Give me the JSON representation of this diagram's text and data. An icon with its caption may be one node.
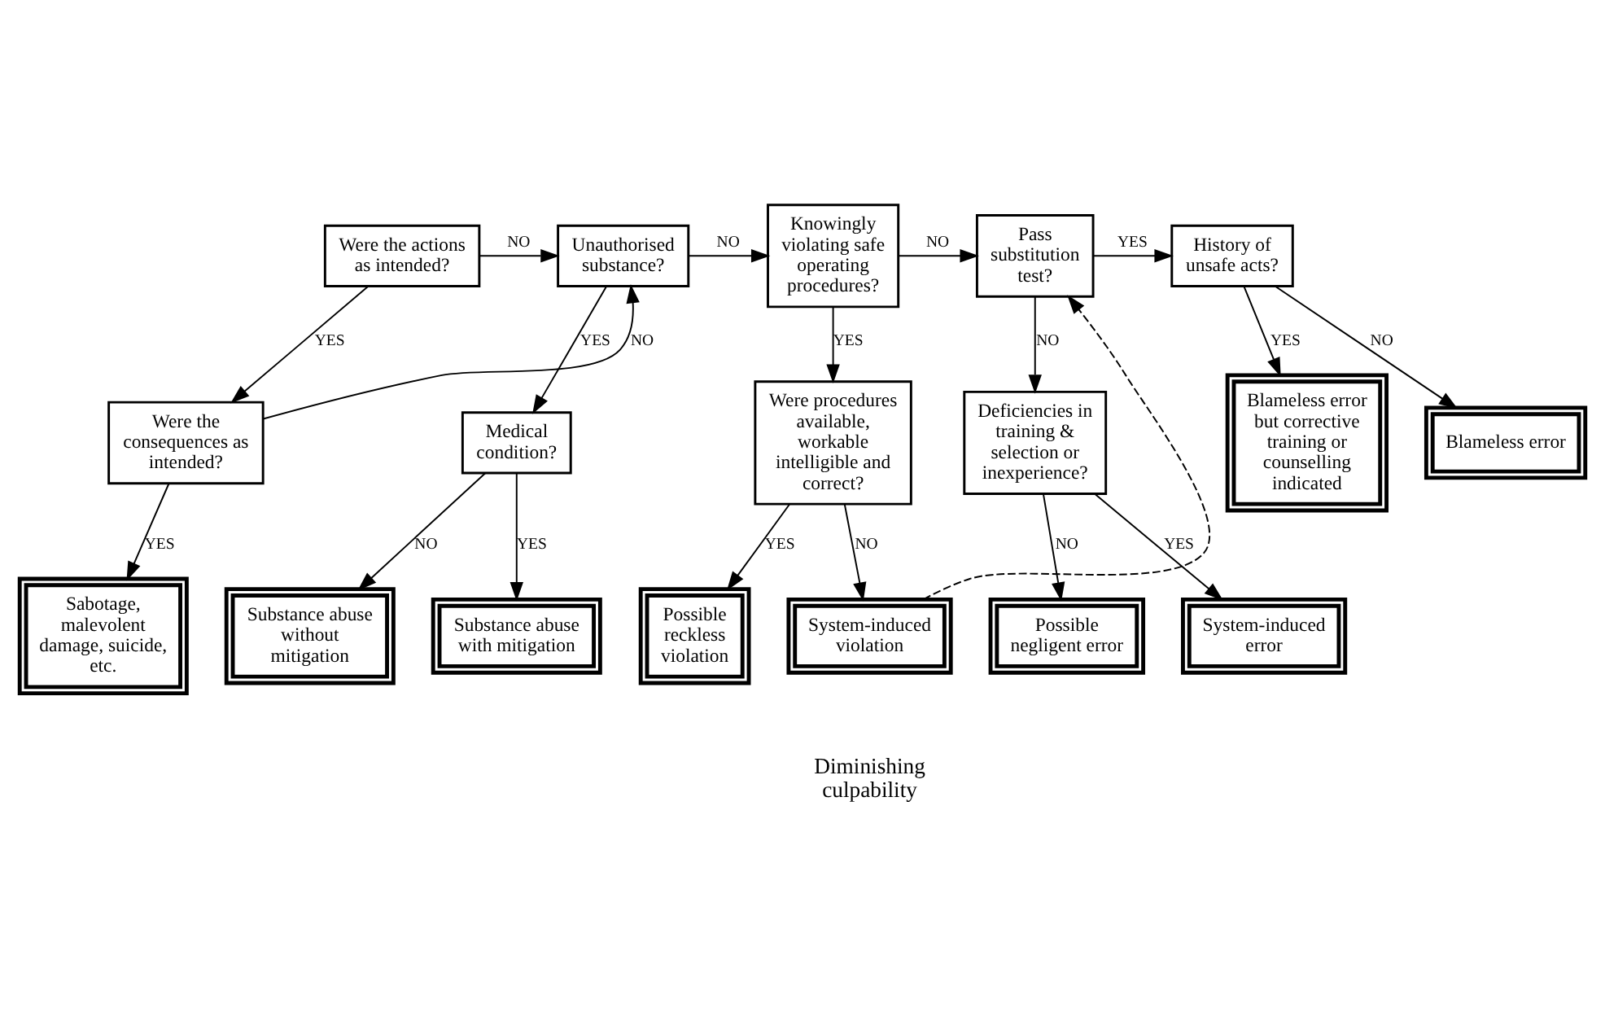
{
  "diagram": {
    "nodes": [
      {
        "text": [
          "Were the actions as intended?"
        ]
      },
      {
        "text": [
          "Unauthorised substance?"
        ]
      },
      {
        "text": [
          "Knowingly violating safe operating procedures?"
        ]
      },
      {
        "text": [
          "Pass substitution test?"
        ]
      },
      {
        "text": [
          "History of unsafe acts?"
        ]
      },
      {
        "text": [
          "Were the consequences as intended?"
        ]
      },
      {
        "text": [
          "Medical condition?"
        ]
      },
      {
        "text": [
          "Were procedures available, workable intelligible and correct?"
        ]
      },
      {
        "text": [
          "Deficiencies in training & selection or inexperience?"
        ]
      },
      {
        "text": [
          "Blameless error but corrective training or counselling indicated"
        ]
      },
      {
        "text": [
          "Blameless error"
        ]
      },
      {
        "text": [
          "Sabotage, malevolent damage, suicide, etc."
        ]
      },
      {
        "text": [
          "Substance abuse without mitigation"
        ]
      },
      {
        "text": [
          "Substance abuse with mitigation"
        ]
      },
      {
        "text": [
          "Possible reckless violation"
        ]
      },
      {
        "text": [
          "System-induced violation"
        ]
      },
      {
        "text": [
          "Possible negligent error"
        ]
      },
      {
        "text": [
          "System-induced error"
        ]
      }
    ],
    "edges": [
      {
        "from": 0,
        "to": 1,
        "arrow": "to",
        "label": "NO"
      },
      {
        "from": 0,
        "to": 5,
        "arrow": "to",
        "label": "YES"
      },
      {
        "from": 5,
        "to": 1,
        "arrow": "to",
        "label": "NO"
      },
      {
        "from": 5,
        "to": 11,
        "arrow": "to",
        "label": "YES"
      },
      {
        "from": 1,
        "to": 2,
        "arrow": "to",
        "label": "NO"
      },
      {
        "from": 1,
        "to": 6,
        "arrow": "to",
        "label": "YES"
      },
      {
        "from": 6,
        "to": 12,
        "arrow": "to",
        "label": "NO"
      },
      {
        "from": 6,
        "to": 13,
        "arrow": "to",
        "label": "YES"
      },
      {
        "from": 2,
        "to": 3,
        "arrow": "to",
        "label": "NO"
      },
      {
        "from": 2,
        "to": 7,
        "arrow": "to",
        "label": "YES"
      },
      {
        "from": 7,
        "to": 14,
        "arrow": "to",
        "label": "YES"
      },
      {
        "from": 7,
        "to": 15,
        "arrow": "to",
        "label": "NO"
      },
      {
        "from": 15,
        "to": 3,
        "arrow": "to",
        "style": "dashed"
      },
      {
        "from": 3,
        "to": 4,
        "arrow": "to",
        "label": "YES"
      },
      {
        "from": 3,
        "to": 8,
        "arrow": "to",
        "label": "NO"
      },
      {
        "from": 8,
        "to": 16,
        "arrow": "to",
        "label": "NO"
      },
      {
        "from": 8,
        "to": 17,
        "arrow": "to",
        "label": "YES"
      },
      {
        "from": 4,
        "to": 9,
        "arrow": "to",
        "label": "YES"
      },
      {
        "from": 4,
        "to": 10,
        "arrow": "to",
        "label": "NO"
      }
    ],
    "labels": [
      "Diminishing culpability"
    ]
  }
}
